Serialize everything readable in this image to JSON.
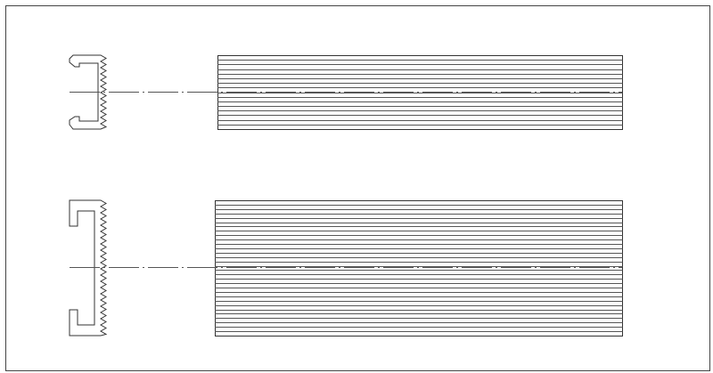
{
  "drawing": {
    "colors": {
      "background": "#ffffff",
      "frame": "#444444",
      "outline": "#333333",
      "hatch": "#555555",
      "centerline": "#555555"
    },
    "views": [
      {
        "name": "upper-profile",
        "hatch_lines": 16
      },
      {
        "name": "lower-profile",
        "hatch_lines": 31
      }
    ]
  }
}
